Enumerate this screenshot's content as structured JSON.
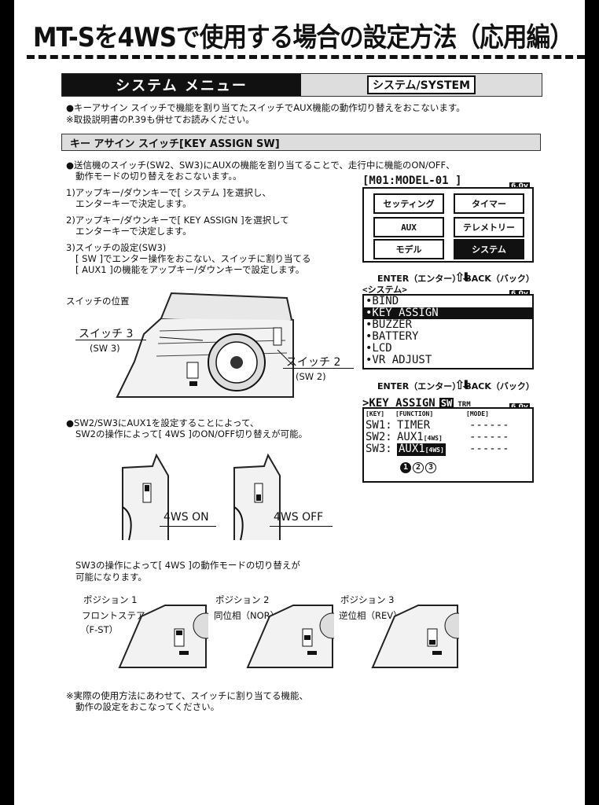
{
  "title": "MT-Sを4WSで使用する場合の設定方法（応用編）",
  "system_bar": {
    "left": "システム メニュー",
    "right": "システム/SYSTEM"
  },
  "intro": [
    "●キーアサイン スイッチで機能を割り当てたスイッチでAUX機能の動作切り替えをおこないます。",
    "※取扱説明書のP.39も併せてお読みください。"
  ],
  "section_title": "キー アサイン スイッチ[KEY ASSIGN SW]",
  "bullet1": [
    "●送信機のスイッチ(SW2、SW3)にAUXの機能を割り当てることで、走行中に機能のON/OFF、",
    "動作モードの切り替えをおこないます。。"
  ],
  "steps": [
    [
      "1)アップキー/ダウンキーで[ システム ]を選択し、",
      "エンターキーで決定します。"
    ],
    [
      "2)アップキー/ダウンキーで[ KEY ASSIGN ]を選択して",
      "エンターキーで決定します。"
    ],
    [
      "3)スイッチの設定(SW3)",
      "[ SW ]でエンター操作をおこない、スイッチに割り当てる",
      "[ AUX1 ]の機能をアップキー/ダウンキーで設定します。"
    ]
  ],
  "switch_position_label": "スイッチの位置",
  "switch3": {
    "name": "スイッチ 3",
    "code": "(SW 3)"
  },
  "switch2": {
    "name": "スイッチ 2",
    "code": "(SW 2)"
  },
  "bullet2": [
    "●SW2/SW3にAUX1を設定することによって、",
    "SW2の操作によって[ 4WS ]のON/OFF切り替えが可能。"
  ],
  "ws_on": "4WS ON",
  "ws_off": "4WS OFF",
  "sw3_text": [
    "SW3の操作によって[ 4WS ]の動作モードの切り替えが",
    "可能になります。"
  ],
  "positions": [
    {
      "label": "ポジション 1",
      "desc": "フロントステア",
      "code": "（F-ST）"
    },
    {
      "label": "ポジション 2",
      "desc": "同位相（NOR）",
      "code": ""
    },
    {
      "label": "ポジション 3",
      "desc": "逆位相（REV）",
      "code": ""
    }
  ],
  "footnote": [
    "※実際の使用方法にあわせて、スイッチに割り当てる機能、",
    "動作の設定をおこなってください。"
  ],
  "lcd1": {
    "header": "[M01:MODEL-01  ]",
    "battery": "6.0v",
    "buttons": [
      "セッティング",
      "タイマー",
      "AUX",
      "テレメトリー",
      "モデル",
      "システム"
    ]
  },
  "nav_enter": "ENTER（エンター）",
  "nav_back": "BACK（バック）",
  "lcd2": {
    "header": "<システム>",
    "battery": "6.0v",
    "items": [
      "•BIND",
      "•KEY ASSIGN",
      "•BUZZER",
      "•BATTERY",
      "•LCD",
      "•VR ADJUST"
    ]
  },
  "lcd3": {
    "header": ">KEY ASSIGN",
    "tab_sw": "SW",
    "tab_trm": "TRM",
    "battery": "6.0v",
    "col_key": "[KEY]",
    "col_function": "[FUNCTION]",
    "col_mode": "[MODE]",
    "rows": [
      {
        "key": "SW1:",
        "func": "TIMER",
        "tag": "",
        "mode": "------"
      },
      {
        "key": "SW2:",
        "func": "AUX1",
        "tag": "[4WS]",
        "mode": "------"
      },
      {
        "key": "SW3:",
        "func": "AUX1",
        "tag": "[4WS]",
        "mode": "------"
      }
    ],
    "pages": [
      "1",
      "2",
      "3"
    ]
  }
}
